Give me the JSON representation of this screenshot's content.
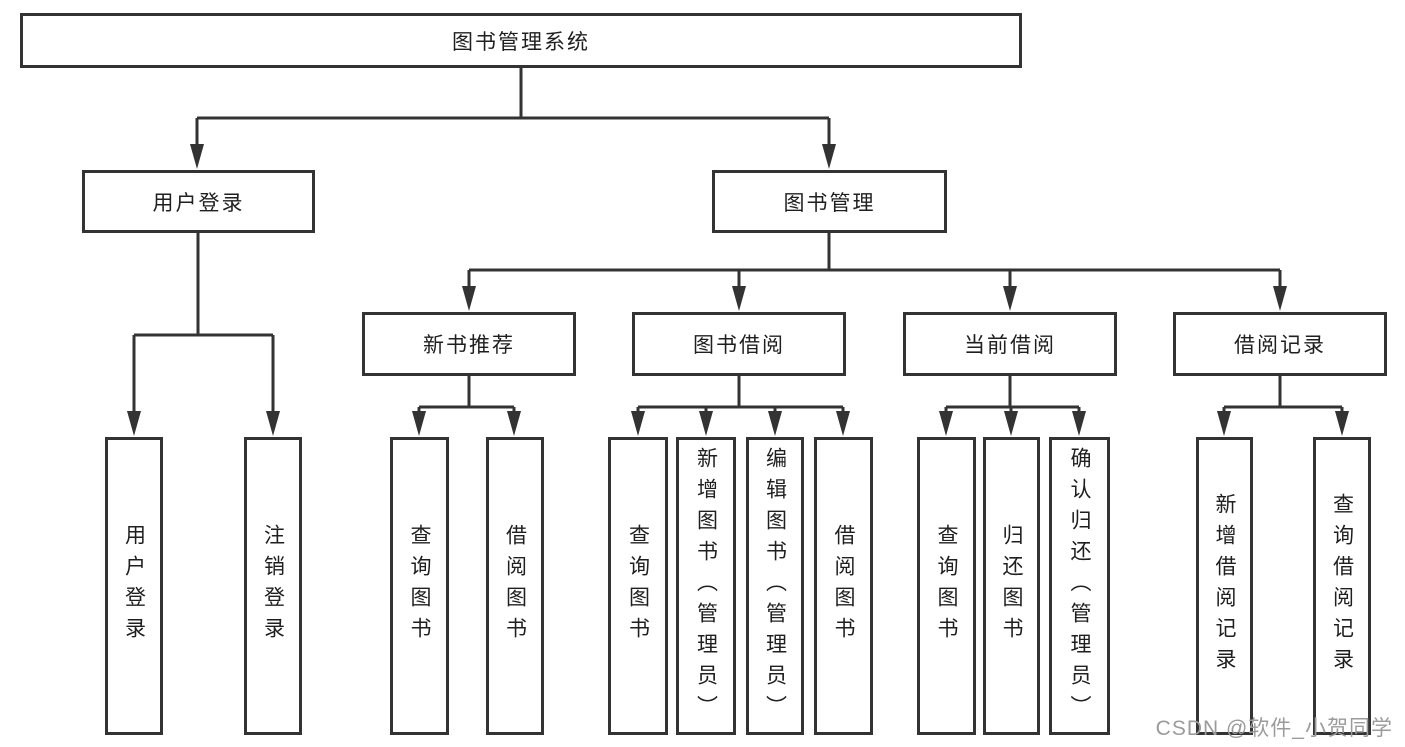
{
  "diagram": {
    "title": "图书管理系统",
    "watermark": "CSDN @软件_小贺同学",
    "colors": {
      "line": "#333333",
      "text": "#1f1f1f",
      "background": "#ffffff",
      "watermark": "#9b9b9b"
    },
    "tree": {
      "label": "图书管理系统",
      "children": [
        {
          "label": "用户登录",
          "children": [
            {
              "label": "用户登录"
            },
            {
              "label": "注销登录"
            }
          ]
        },
        {
          "label": "图书管理",
          "children": [
            {
              "label": "新书推荐",
              "children": [
                {
                  "label": "查询图书"
                },
                {
                  "label": "借阅图书"
                }
              ]
            },
            {
              "label": "图书借阅",
              "children": [
                {
                  "label": "查询图书"
                },
                {
                  "label": "新增图书（管理员）"
                },
                {
                  "label": "编辑图书（管理员）"
                },
                {
                  "label": "借阅图书"
                }
              ]
            },
            {
              "label": "当前借阅",
              "children": [
                {
                  "label": "查询图书"
                },
                {
                  "label": "归还图书"
                },
                {
                  "label": "确认归还（管理员）"
                }
              ]
            },
            {
              "label": "借阅记录",
              "children": [
                {
                  "label": "新增借阅记录"
                },
                {
                  "label": "查询借阅记录"
                }
              ]
            }
          ]
        }
      ]
    }
  }
}
